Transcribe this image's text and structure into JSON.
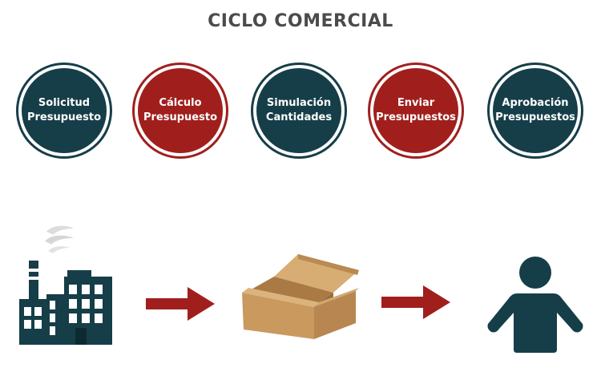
{
  "title": "CICLO COMERCIAL",
  "colors": {
    "dark": "#163e49",
    "red": "#a01f1d",
    "title": "#4b4b4b",
    "box": "#c9995e"
  },
  "steps": [
    {
      "line1": "Solicitud",
      "line2": "Presupuesto",
      "color": "dark"
    },
    {
      "line1": "Cálculo",
      "line2": "Presupuesto",
      "color": "red"
    },
    {
      "line1": "Simulación",
      "line2": "Cantidades",
      "color": "dark"
    },
    {
      "line1": "Enviar",
      "line2": "Presupuestos",
      "color": "red"
    },
    {
      "line1": "Aprobación",
      "line2": "Presupuestos",
      "color": "dark"
    }
  ],
  "icons": {
    "factory": "factory-icon",
    "arrow": "arrow-right-icon",
    "box": "open-cardboard-box-icon",
    "person": "person-icon"
  }
}
